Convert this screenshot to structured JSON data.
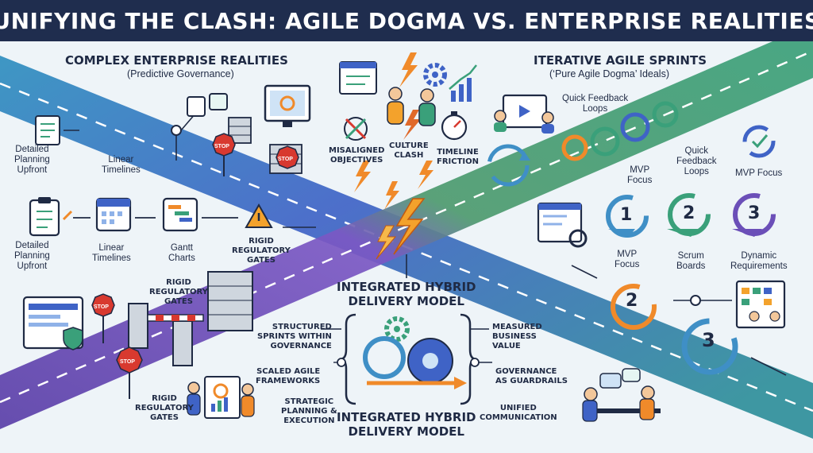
{
  "title": "UNIFYING THE CLASH: AGILE DOGMA VS. ENTERPRISE REALITIES",
  "left_section": {
    "heading": "COMPLEX ENTERPRISE REALITIES",
    "subheading": "(Predictive Governance)",
    "row1": {
      "planning": "Detailed\nPlanning\nUpfront",
      "timelines": "Linear\nTimelines"
    },
    "row2": {
      "planning": "Detailed\nPlanning\nUpfront",
      "timelines": "Linear\nTimelines",
      "gantt": "Gantt\nCharts",
      "gates": "RIGID\nREGULATORY\nGATES"
    },
    "gates_mid": "RIGID\nREGULATORY\nGATES",
    "gates_bottom": "RIGID\nREGULATORY\nGATES"
  },
  "right_section": {
    "heading": "ITERATIVE AGILE SPRINTS",
    "subheading": "(‘Pure Agile Dogma’ Ideals)",
    "quick_feedback_1": "Quick Feedback\nLoops",
    "quick_feedback_2": "Quick\nFeedback\nLoops",
    "mvp_focus_1": "MVP\nFocus",
    "mvp_focus_2": "MVP Focus",
    "steps": [
      {
        "number": "1",
        "label": "MVP\nFocus"
      },
      {
        "number": "2",
        "label": "Scrum\nBoards"
      },
      {
        "number": "3",
        "label": "Dynamic\nRequirements"
      }
    ],
    "lower_steps": [
      "2",
      "3"
    ]
  },
  "clash": {
    "misaligned": "MISALIGNED\nOBJECTIVES",
    "culture": "CULTURE\nCLASH",
    "timeline": "TIMELINE\nFRICTION"
  },
  "hybrid": {
    "heading_top": "INTEGRATED HYBRID\nDELIVERY MODEL",
    "heading_bottom": "INTEGRATED HYBRID\nDELIVERY MODEL",
    "left_items": [
      "STRUCTURED\nSPRINTS WITHIN\nGOVERNANCE",
      "SCALED AGILE\nFRAMEWORKS",
      "STRATEGIC\nPLANNING &\nEXECUTION"
    ],
    "right_items": [
      "MEASURED\nBUSINESS\nVALUE",
      "GOVERNANCE\nAS GUARDRAILS",
      "UNIFIED\nCOMMUNICATION"
    ]
  },
  "signs": {
    "stop": "STOP"
  },
  "colors": {
    "banner": "#1f2d4e",
    "road_blue": "#3f63c6",
    "road_purple": "#6b4fb8",
    "road_green": "#3aa07a",
    "road_teal": "#2f8f8a",
    "stop_red": "#d8392f",
    "accent_orange": "#f08a2a"
  }
}
